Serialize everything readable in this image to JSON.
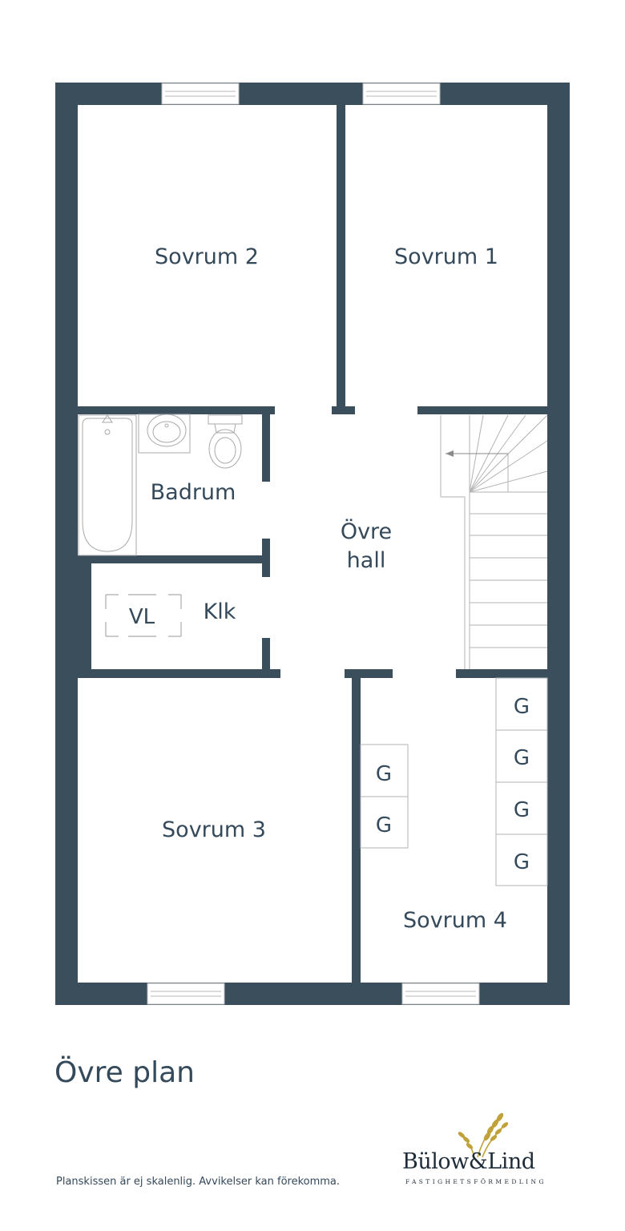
{
  "colors": {
    "wall": "#3a4e5c",
    "line": "#b7b7b7",
    "text": "#34495a",
    "logo_gold": "#c0a13a"
  },
  "rooms": {
    "sovrum2": "Sovrum 2",
    "sovrum1": "Sovrum 1",
    "badrum": "Badrum",
    "ovre_hall_1": "Övre",
    "ovre_hall_2": "hall",
    "klk": "Klk",
    "sovrum3": "Sovrum 3",
    "sovrum4": "Sovrum 4"
  },
  "fixtures": {
    "vl": "VL",
    "wardrobe": "G"
  },
  "footer": {
    "title": "Övre plan",
    "disclaimer": "Planskissen är ej skalenlig. Avvikelser kan förekomma."
  },
  "logo": {
    "name": "Bülow&Lind",
    "subtitle": "FASTIGHETSFÖRMEDLING"
  }
}
